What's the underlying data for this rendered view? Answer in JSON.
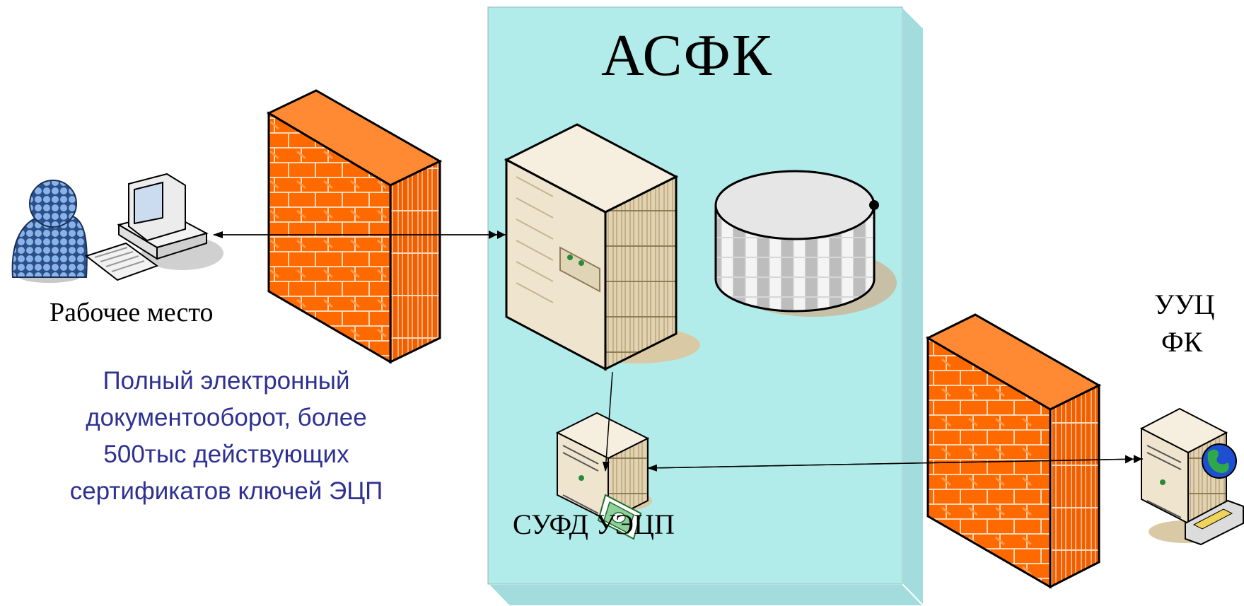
{
  "diagram": {
    "container_title": "АСФК",
    "workstation_label": "Рабочее место",
    "sufd_label": "СУФД УЭЦП",
    "root_ca_label": [
      "УУЦ",
      "ФК"
    ],
    "description_lines": [
      "Полный электронный",
      "документооборот, более",
      "500тыс действующих",
      "сертификатов ключей ЭЦП"
    ],
    "icons": {
      "user": "user-icon",
      "workstation": "desktop-computer-icon",
      "firewall": "firewall-icon",
      "server": "server-icon",
      "database": "database-icon",
      "certificate": "certificate-icon",
      "globe": "globe-icon"
    },
    "colors": {
      "container_fill": "#b1ebea",
      "firewall": "#ff6a00",
      "server": "#ece0c8",
      "description_text": "#2e3192"
    }
  }
}
